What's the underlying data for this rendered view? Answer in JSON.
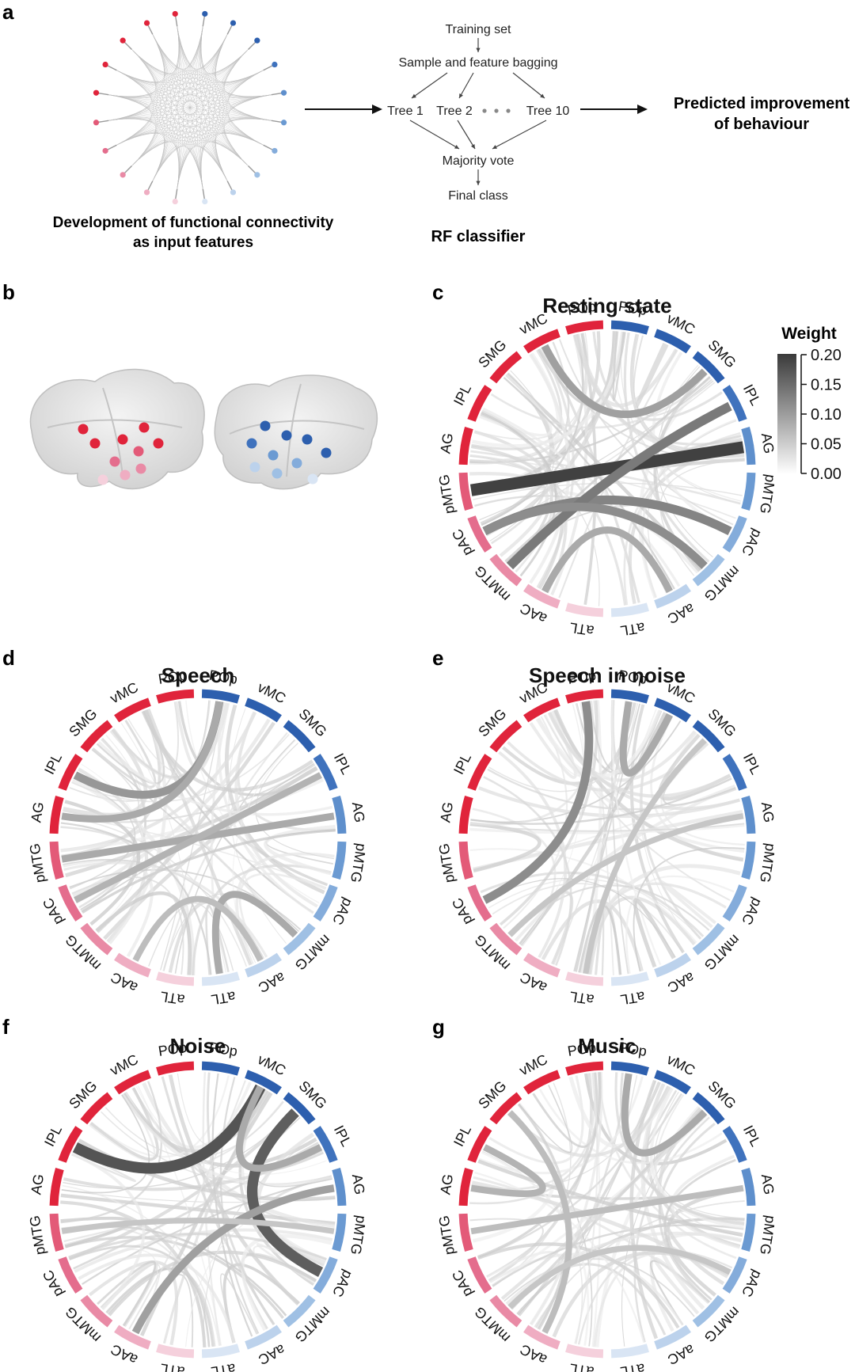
{
  "panel_letters": [
    "a",
    "b",
    "c",
    "d",
    "e",
    "f",
    "g"
  ],
  "panel_a": {
    "network_caption": [
      "Development of functional connectivity",
      "as input features"
    ],
    "rf": {
      "training_set": "Training set",
      "bagging": "Sample and feature bagging",
      "tree1": "Tree 1",
      "tree2": "Tree 2",
      "tree10": "Tree 10",
      "majority_vote": "Majority vote",
      "final_class": "Final class",
      "caption": "RF classifier"
    },
    "prediction": [
      "Predicted improvement",
      "of behaviour"
    ]
  },
  "legend": {
    "title": "Weight",
    "ticks": [
      "0.20",
      "0.15",
      "0.10",
      "0.05",
      "0.00"
    ]
  },
  "regions_left": [
    "POp",
    "vMC",
    "SMG",
    "IPL",
    "AG",
    "pMTG",
    "pAC",
    "mMTG",
    "aAC",
    "aTL"
  ],
  "regions_right": [
    "POp",
    "vMC",
    "SMG",
    "IPL",
    "AG",
    "pMTG",
    "pAC",
    "mMTG",
    "aAC",
    "aTL"
  ],
  "colors": {
    "left": [
      "#e0243b",
      "#e0243b",
      "#e0243b",
      "#e0243b",
      "#e0243b",
      "#e35a78",
      "#e46d8d",
      "#e98aa5",
      "#efadc2",
      "#f5d0dc"
    ],
    "right": [
      "#2d5fae",
      "#2d5fae",
      "#2d5fae",
      "#3f72bd",
      "#5e8fcc",
      "#6b9ad2",
      "#84acdb",
      "#9fc0e4",
      "#bcd2ec",
      "#d9e5f4"
    ]
  },
  "chord_panels": [
    {
      "title": "Resting state",
      "strong_links": [
        {
          "from": "L:pMTG",
          "to": "R:AG",
          "weight": 0.2
        },
        {
          "from": "L:pAC",
          "to": "R:pAC",
          "weight": 0.13
        },
        {
          "from": "L:mMTG",
          "to": "R:IPL",
          "weight": 0.14
        },
        {
          "from": "L:pAC",
          "to": "R:mMTG",
          "weight": 0.12
        },
        {
          "from": "L:vMC",
          "to": "R:SMG",
          "weight": 0.1
        },
        {
          "from": "L:aAC",
          "to": "R:aAC",
          "weight": 0.09
        }
      ]
    },
    {
      "title": "Speech",
      "strong_links": [
        {
          "from": "L:IPL",
          "to": "R:POp",
          "weight": 0.11
        },
        {
          "from": "L:AG",
          "to": "R:POp",
          "weight": 0.09
        },
        {
          "from": "L:pMTG",
          "to": "R:AG",
          "weight": 0.09
        },
        {
          "from": "L:pAC",
          "to": "R:IPL",
          "weight": 0.08
        },
        {
          "from": "R:mMTG",
          "to": "R:aTL",
          "weight": 0.09
        },
        {
          "from": "L:aAC",
          "to": "R:aAC",
          "weight": 0.07
        }
      ]
    },
    {
      "title": "Speech in noise",
      "strong_links": [
        {
          "from": "L:pAC",
          "to": "L:POp",
          "weight": 0.12
        },
        {
          "from": "R:POp",
          "to": "R:vMC",
          "weight": 0.09
        },
        {
          "from": "L:mMTG",
          "to": "R:AG",
          "weight": 0.06
        },
        {
          "from": "L:aTL",
          "to": "R:SMG",
          "weight": 0.06
        }
      ]
    },
    {
      "title": "Noise",
      "strong_links": [
        {
          "from": "L:IPL",
          "to": "R:vMC",
          "weight": 0.18
        },
        {
          "from": "R:SMG",
          "to": "R:pAC",
          "weight": 0.17
        },
        {
          "from": "L:aAC",
          "to": "R:AG",
          "weight": 0.1
        },
        {
          "from": "R:vMC",
          "to": "R:IPL",
          "weight": 0.09
        },
        {
          "from": "L:pMTG",
          "to": "R:pMTG",
          "weight": 0.06
        }
      ]
    },
    {
      "title": "Music",
      "strong_links": [
        {
          "from": "R:POp",
          "to": "R:SMG",
          "weight": 0.09
        },
        {
          "from": "L:AG",
          "to": "L:IPL",
          "weight": 0.08
        },
        {
          "from": "L:aAC",
          "to": "L:SMG",
          "weight": 0.07
        },
        {
          "from": "L:pMTG",
          "to": "R:AG",
          "weight": 0.07
        },
        {
          "from": "L:mMTG",
          "to": "R:pAC",
          "weight": 0.06
        }
      ]
    }
  ]
}
